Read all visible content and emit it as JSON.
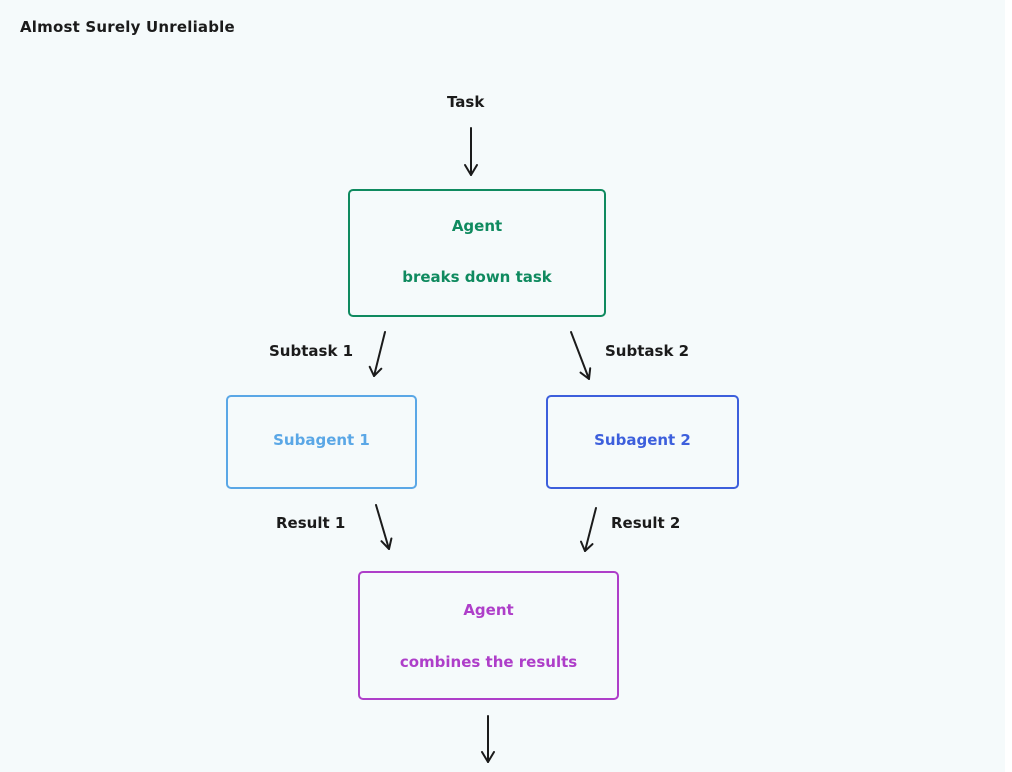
{
  "diagram": {
    "title": "Almost Surely Unreliable",
    "task_label": "Task",
    "agent_top": {
      "name": "Agent",
      "description": "breaks down task"
    },
    "subtask1_label": "Subtask 1",
    "subtask2_label": "Subtask 2",
    "subagent1": {
      "name": "Subagent 1"
    },
    "subagent2": {
      "name": "Subagent 2"
    },
    "result1_label": "Result 1",
    "result2_label": "Result 2",
    "agent_bottom": {
      "name": "Agent",
      "description": "combines the results"
    }
  },
  "colors": {
    "background": "#f5fafb",
    "text": "#1b1b1b",
    "agent_top": "#0f8a5f",
    "subagent1": "#5aa7e6",
    "subagent2": "#3d5fdc",
    "agent_bottom": "#ae3ec9"
  }
}
